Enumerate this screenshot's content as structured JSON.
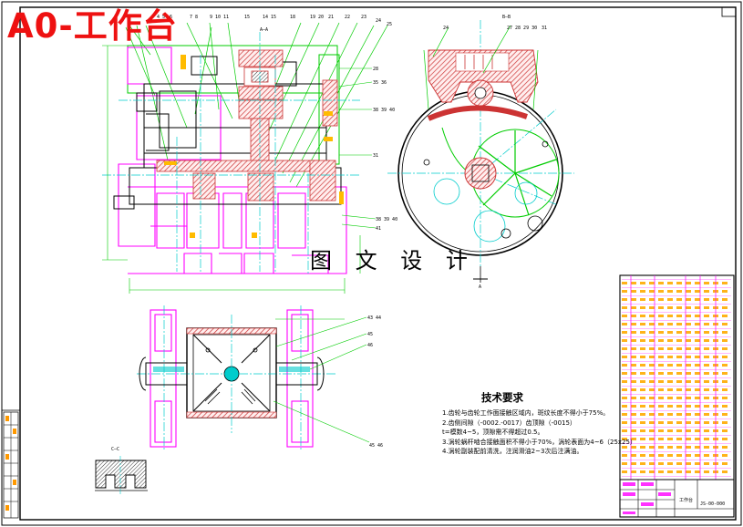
{
  "stamp": "A0-工作台",
  "watermark": "图 文 设 计",
  "technical_requirements": {
    "title": "技术要求",
    "items": [
      "1.齿轮与齿轮工作面接触区域内，斑纹长度不得小于75%。",
      "2.齿侧间隙（-0002.-0017）齿顶隙（-0015）",
      "  t=模数4~5，顶隙需不得超过0.5。",
      "3.涡轮蜗杆啮合接触面积不得小于70%，涡轮表面为4~6（25x25）",
      "4.涡轮副装配前清洗，注润滑油2~3次后注满油。"
    ]
  },
  "section_labels": {
    "view_aa": "A—A",
    "view_bb": "B—B",
    "view_cc": "C—C",
    "cut_a": "A"
  },
  "title_block": {
    "name": "工作台",
    "code": "JS-00-000"
  },
  "colors": {
    "frame": "#000000",
    "outline": "#ff00ff",
    "center": "#00cccc",
    "leader": "#00cc00",
    "section": "#cc3333",
    "accent": "#ffbb00",
    "stamp": "#ee1111"
  }
}
